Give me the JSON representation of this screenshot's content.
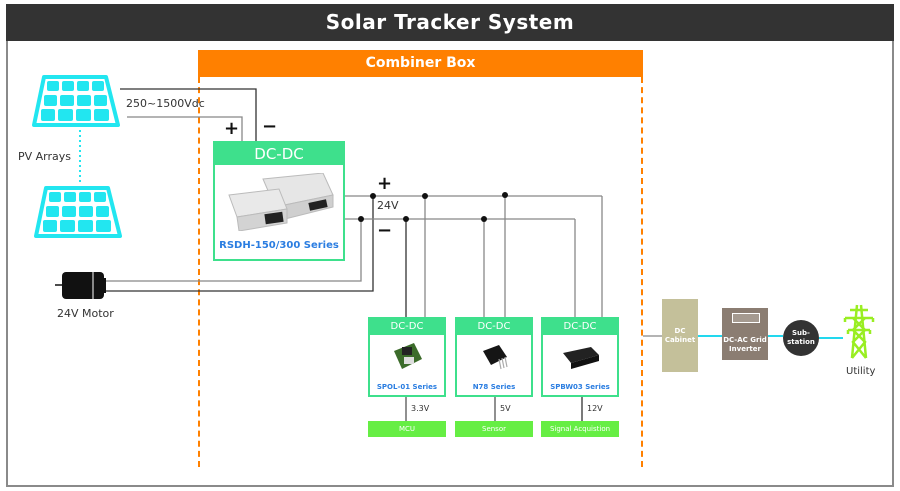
{
  "title": "Solar Tracker System",
  "combiner_box": {
    "label": "Combiner Box"
  },
  "pv_arrays": {
    "label": "PV Arrays",
    "voltage": "250~1500Vdc",
    "icon": "solar-panel-icon"
  },
  "polarity": {
    "plus": "+",
    "minus": "−"
  },
  "motor": {
    "label": "24V Motor",
    "icon": "motor-icon"
  },
  "bus": {
    "voltage": "24V"
  },
  "main_converter": {
    "header": "DC-DC",
    "series": "RSDH-150/300 Series",
    "icon": "power-supply-icon"
  },
  "modules": [
    {
      "header": "DC-DC",
      "series": "SPOL-01 Series",
      "output": "3.3V",
      "load": "MCU",
      "icon": "pol-module-icon"
    },
    {
      "header": "DC-DC",
      "series": "N78 Series",
      "output": "5V",
      "load": "Sensor",
      "icon": "regulator-icon"
    },
    {
      "header": "DC-DC",
      "series": "SPBW03 Series",
      "output": "12V",
      "load": "Signal Acquistion",
      "icon": "sip-module-icon"
    }
  ],
  "grid": {
    "dc_cabinet": "DC Cabinet",
    "inverter": "DC-AC Grid Inverter",
    "substation": "Sub-station",
    "utility": "Utility"
  },
  "colors": {
    "title_bg": "#333333",
    "combiner": "#ff8000",
    "dcdc_green": "#3ee08c",
    "load_green": "#66ee44",
    "series_blue": "#2a7de1",
    "panel_cyan": "#22e6f0",
    "tower_lime": "#99ee22",
    "link_cyan": "#22d8ee"
  }
}
